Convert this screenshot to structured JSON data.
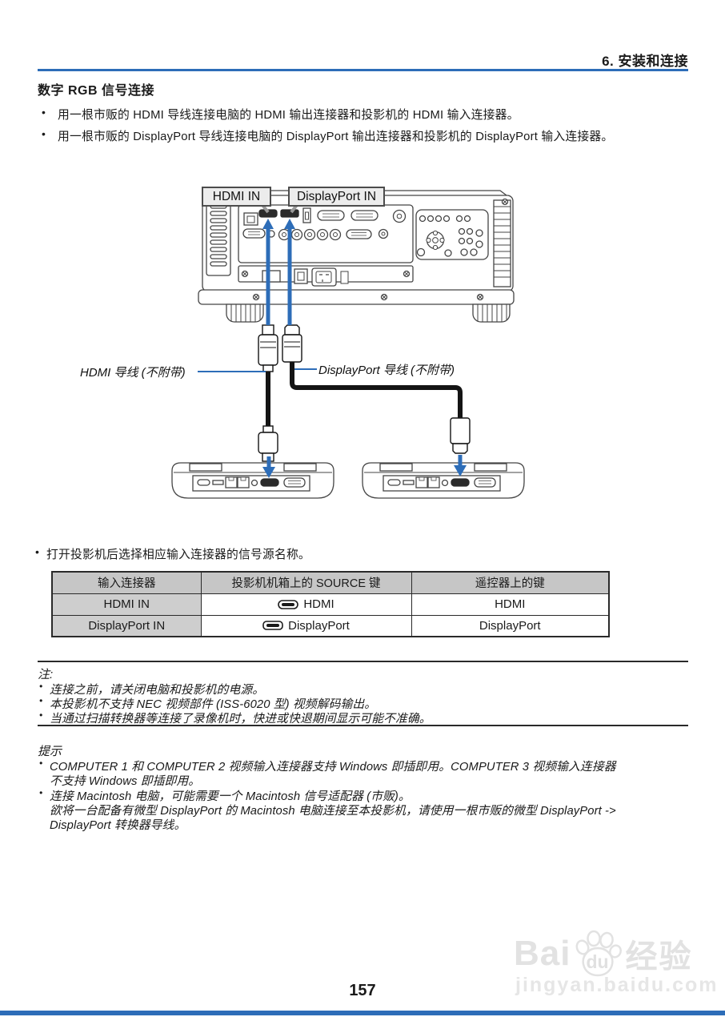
{
  "page": {
    "section_header": "6. 安装和连接",
    "title": "数字 RGB 信号连接",
    "intro_bullets": [
      "用一根市贩的 HDMI 导线连接电脑的 HDMI 输出连接器和投影机的 HDMI 输入连接器。",
      "用一根市贩的 DisplayPort 导线连接电脑的 DisplayPort 输出连接器和投影机的 DisplayPort 输入连接器。"
    ],
    "select_source_bullet": "打开投影机后选择相应输入连接器的信号源名称。",
    "page_number": "157"
  },
  "diagram": {
    "hdmi_in_label": "HDMI IN",
    "displayport_in_label": "DisplayPort IN",
    "hdmi_cable_label": "HDMI 导线 (不附带)",
    "displayport_cable_label": "DisplayPort 导线 (不附带)"
  },
  "table": {
    "headers": [
      "输入连接器",
      "投影机机箱上的 SOURCE 键",
      "遥控器上的键"
    ],
    "rows": [
      {
        "connector": "HDMI IN",
        "source_key": "HDMI",
        "remote_key": "HDMI"
      },
      {
        "connector": "DisplayPort IN",
        "source_key": "DisplayPort",
        "remote_key": "DisplayPort"
      }
    ]
  },
  "note": {
    "label": "注:",
    "items": [
      "连接之前，请关闭电脑和投影机的电源。",
      "本投影机不支持 NEC 视频部件 (ISS-6020 型) 视频解码输出。",
      "当通过扫描转换器等连接了录像机时，快进或快退期间显示可能不准确。"
    ]
  },
  "tips": {
    "label": "提示",
    "bullets": [
      {
        "lines": [
          "COMPUTER 1 和 COMPUTER 2 视频输入连接器支持 Windows 即插即用。COMPUTER 3 视频输入连接器",
          "不支持 Windows 即插即用。"
        ]
      },
      {
        "lines": [
          "连接 Macintosh 电脑，可能需要一个 Macintosh 信号适配器 (市贩)。",
          "欲将一台配备有微型 DisplayPort 的 Macintosh 电脑连接至本投影机，请使用一根市贩的微型 DisplayPort ->",
          "DisplayPort 转换器导线。"
        ]
      }
    ]
  },
  "watermark": {
    "brand_left": "Bai",
    "paw_text": "du",
    "brand_right": "经验",
    "url": "jingyan.baidu.com"
  },
  "colors": {
    "accent_blue": "#2d6db8",
    "table_header_bg": "#c6c6c6",
    "table_firstcol_bg": "#cecece"
  }
}
